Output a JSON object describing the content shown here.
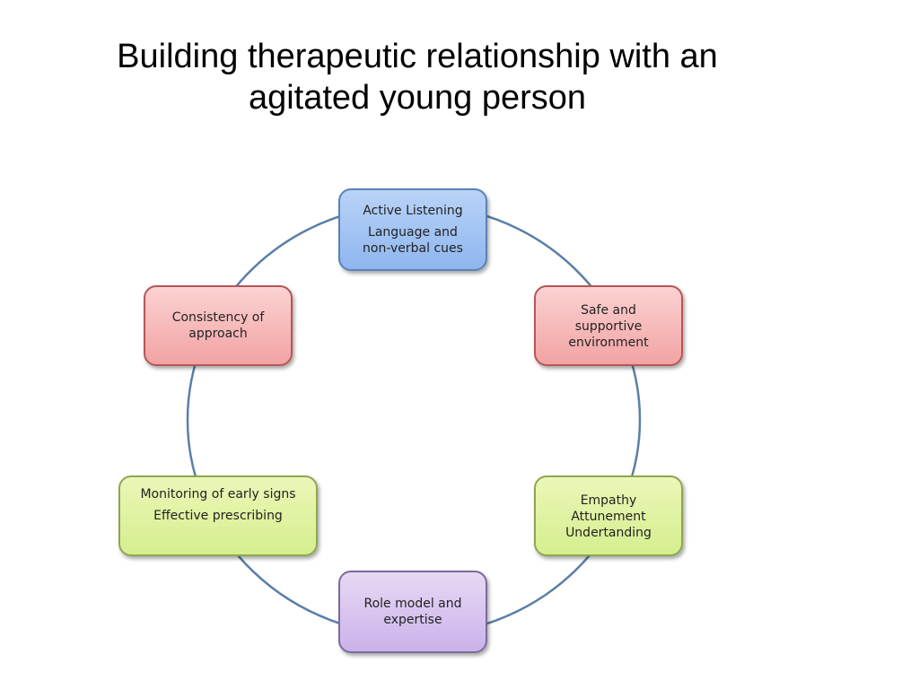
{
  "title": {
    "line1": "Building therapeutic relationship with an",
    "line2": "agitated young person"
  },
  "nodes": {
    "active_listening": {
      "line1": "Active Listening",
      "line2": "Language and",
      "line3": "non-verbal cues"
    },
    "safe_environment": {
      "line1": "Safe and",
      "line2": "supportive",
      "line3": "environment"
    },
    "empathy": {
      "line1": "Empathy",
      "line2": "Attunement",
      "line3": "Undertanding"
    },
    "role_model": {
      "line1": "Role model and",
      "line2": "expertise"
    },
    "monitoring": {
      "line1": "Monitoring of early signs",
      "line2": "Effective prescribing"
    },
    "consistency": {
      "line1": "Consistency of",
      "line2": "approach"
    }
  },
  "colors": {
    "connector": "#5a7fa8",
    "blue": "#8fb6ef",
    "red": "#f2a3a3",
    "green": "#d6ee8e",
    "purple": "#cbb2ea"
  }
}
